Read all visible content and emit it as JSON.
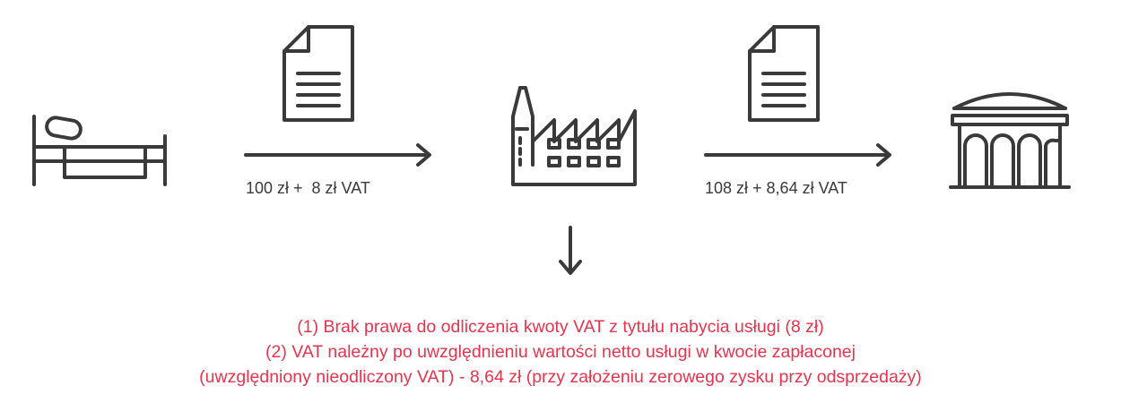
{
  "colors": {
    "icon_stroke": "#3a3a3a",
    "label_text": "#3a3a3a",
    "note_text": "#e8344e"
  },
  "icons": {
    "patient": "hospital-bed-icon",
    "document_left": "document-icon",
    "provider": "factory-icon",
    "document_right": "document-icon",
    "buyer": "institution-building-icon"
  },
  "flows": {
    "first_amount": "100 zł +  8 zł VAT",
    "second_amount": "108 zł + 8,64 zł VAT"
  },
  "notes": [
    "(1) Brak prawa do odliczenia kwoty VAT z tytułu nabycia usługi (8 zł)",
    "(2) VAT należny po uwzględnieniu wartości netto usługi w kwocie zapłaconej",
    "(uwzględniony nieodliczony VAT) - 8,64 zł (przy założeniu zerowego zysku przy odsprzedaży)"
  ]
}
